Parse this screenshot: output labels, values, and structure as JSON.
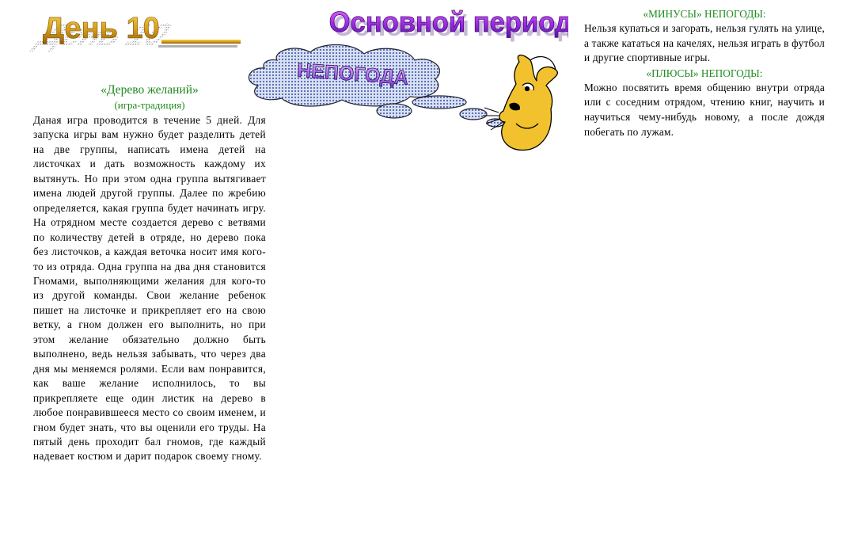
{
  "header": {
    "day_label": "День 10",
    "period_label": "Основной период",
    "cloud_label": "НЕПОГОДА"
  },
  "game": {
    "title": "«Дерево желаний»",
    "subtitle": "(игра-традиция)",
    "text": "Даная игра проводится в течение 5 дней. Для запуска игры вам нужно будет разделить детей на две группы, написать имена детей на листочках и дать возможность каждому их вытянуть. Но при этом одна группа вытягивает имена людей другой группы. Далее по жребию определяется, какая группа будет начинать игру. На отрядном месте создается дерево с ветвями по количеству детей в отряде, но дерево пока без листочков, а каждая веточка носит имя кого-то из отряда. Одна группа на два дня становится Гномами, выполняющими желания для кого-то из другой команды. Свои желание ребенок пишет на листочке и прикрепляет его на свою ветку, а гном должен его выполнить, но при этом желание обязательно должно быть выполнено, ведь нельзя забывать, что через два дня мы меняемся ролями. Если вам понравится, как ваше желание исполнилось, то вы прикрепляете еще один листик на дерево в любое понравившееся место со своим именем, и гном будет знать, что вы оценили его труды. На пятый день проходит бал гномов, где каждый надевает костюм и дарит подарок своему гному."
  },
  "minus": {
    "title": "«МИНУСЫ» НЕПОГОДЫ:",
    "text": "Нельзя купаться и загорать, нельзя гулять на улице, а также кататься на качелях, нельзя играть в футбол и другие спортивные игры."
  },
  "plus": {
    "title": "«ПЛЮСЫ» НЕПОГОДЫ:",
    "text": "Можно посвятить время общению внутри отряда или с соседним отрядом, чтению книг, научить и научиться чему-нибудь новому, а после дождя побегать по лужам."
  },
  "colors": {
    "heading_green": "#1f8a1f",
    "day_gold": "#d4a020",
    "period_purple": "#8a1fd6",
    "cloud_fill": "#9fb3de",
    "rabbit_yellow": "#f2c22e"
  }
}
